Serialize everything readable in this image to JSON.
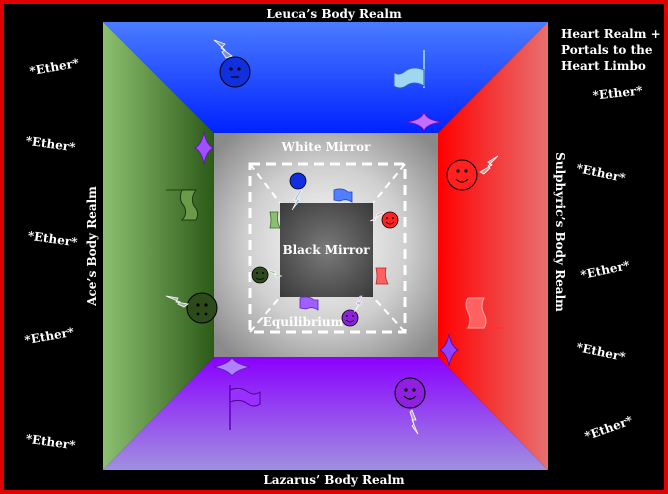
{
  "labels": {
    "top": "Leuca’s Body Realm",
    "bottom": "Lazarus’ Body Realm",
    "left": "Ace’s Body Realm",
    "right": "Sulphyric’s Body Realm",
    "top_right_line1": "Heart Realm +",
    "top_right_line2": "Portals to the",
    "top_right_line3": "Heart Limbo",
    "white_mirror": "White Mirror",
    "black_mirror": "Black Mirror",
    "equilibrium": "Equilibrium"
  },
  "ether": [
    "*Ether*",
    "*Ether*",
    "*Ether*",
    "*Ether*",
    "*Ether*",
    "*Ether*",
    "*Ether*",
    "*Ether*",
    "*Ether*",
    "*Ether*"
  ],
  "colors": {
    "border": "#e00000",
    "leuca": "#1a3cff",
    "lazarus": "#8a2be2",
    "ace": "#4a8a2a",
    "sulphyric": "#ff1a1a",
    "background": "#000000"
  },
  "icons": [
    "smiley-face-icon",
    "flag-icon",
    "lightning-bolt-icon",
    "four-point-star-icon"
  ]
}
